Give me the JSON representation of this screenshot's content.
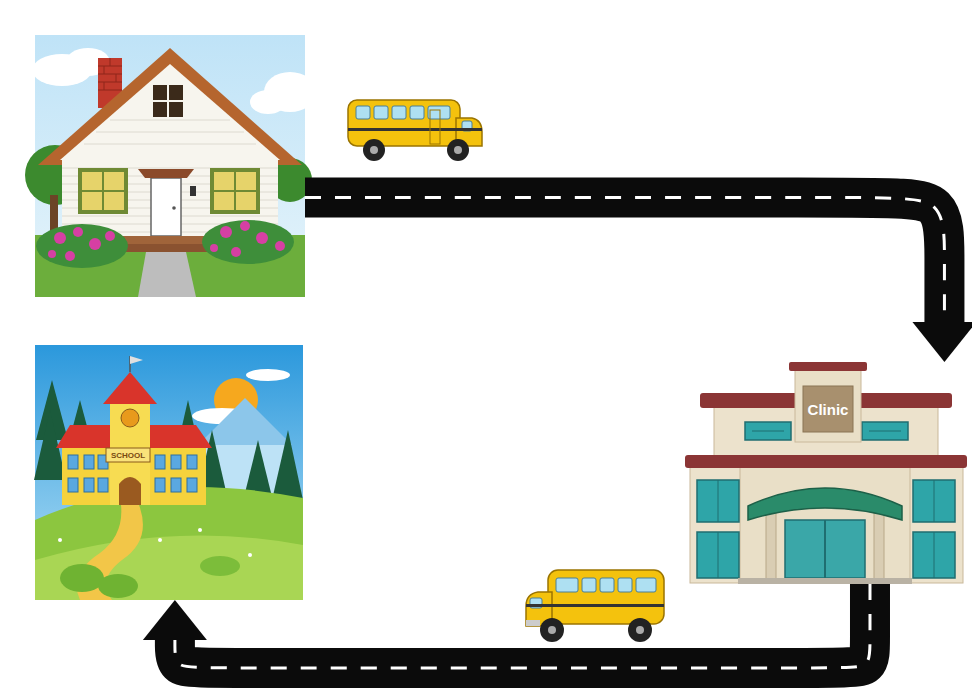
{
  "diagram": {
    "nodes": [
      {
        "text": []
      },
      {
        "text": [
          "Clinic"
        ]
      },
      {
        "text": [
          "SCHOOL"
        ]
      }
    ],
    "edges": [
      {
        "from": 0,
        "to": 1,
        "arrow": "to"
      },
      {
        "from": 1,
        "to": 2,
        "arrow": "to"
      }
    ]
  }
}
